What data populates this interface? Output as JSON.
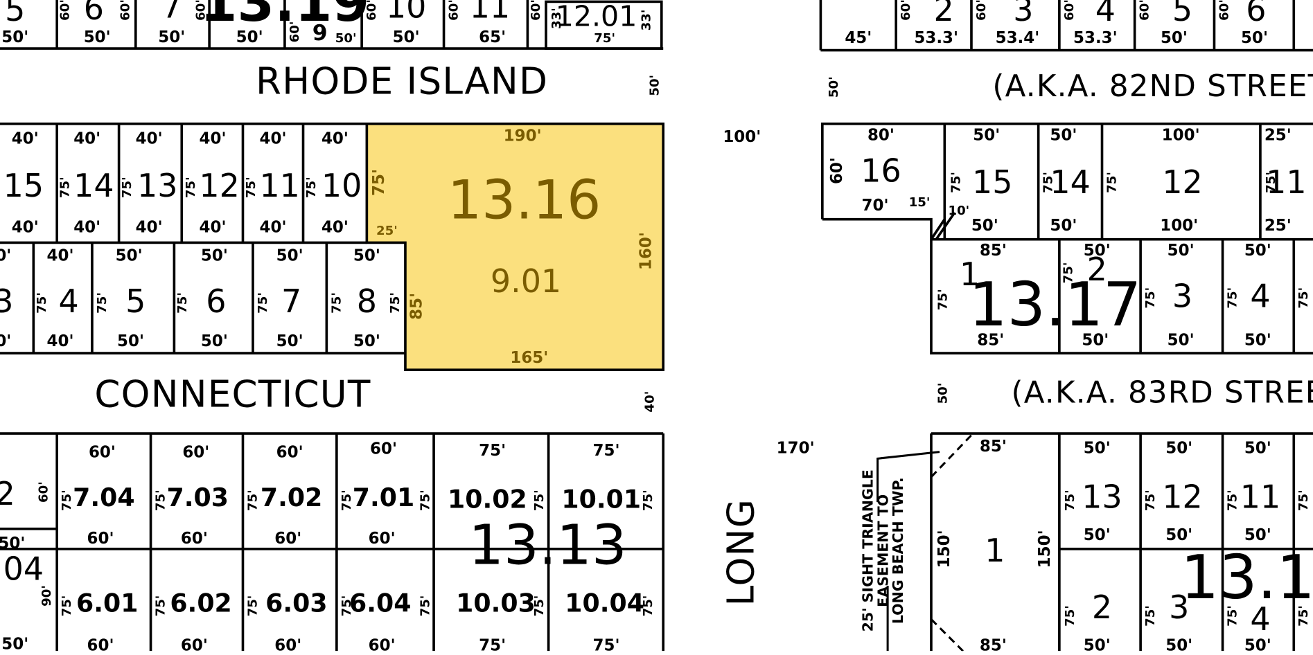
{
  "map": {
    "highlight": {
      "fill": "#fbe07e",
      "text_color": "#7a5c00",
      "block": "13.16",
      "lot": "9.01",
      "dims": {
        "top": "190'",
        "right": "160'",
        "bottom": "165'",
        "left_upper": "75'",
        "notch": "25'",
        "left_lower": "85'"
      }
    },
    "streets": {
      "rhode_island": "RHODE ISLAND",
      "connecticut": "CONNECTICUT",
      "long_beach": "LONG",
      "aka_82": "(A.K.A. 82ND STREET",
      "aka_83": "(A.K.A. 83RD STREE",
      "widths": {
        "ri_right": "50'",
        "ri_far": "50'",
        "ct_right": "40'",
        "aka83_left": "50'"
      },
      "road_dims": {
        "hundred": "100'",
        "one_seventy": "170'"
      }
    },
    "top_row": {
      "lots": [
        "5",
        "6",
        "7",
        "9",
        "10",
        "11",
        "12.01"
      ],
      "block_partial": "13.19",
      "dims": [
        "50'",
        "50'",
        "50'",
        "50'",
        "50'",
        "50'",
        "65'",
        "75'",
        "33'",
        "60'",
        "60'",
        "60'",
        "60'",
        "60'",
        "60'",
        "60'"
      ]
    },
    "top_right_row": {
      "lots": [
        "2",
        "3",
        "4",
        "5",
        "6"
      ],
      "dims": [
        "45'",
        "53.3'",
        "53.4'",
        "53.3'",
        "50'",
        "50'",
        "60'"
      ]
    },
    "block_1316_left": {
      "upper_lots": [
        "15",
        "14",
        "13",
        "12",
        "11",
        "10"
      ],
      "upper_dim": "40'",
      "side_dim": "75'",
      "lower_lots": [
        "3",
        "4",
        "5",
        "6",
        "7",
        "8"
      ],
      "lower_top": [
        "0'",
        "40'",
        "50'",
        "50'",
        "50'",
        "50'"
      ],
      "lower_bottom": [
        "0'",
        "40'",
        "50'",
        "50'",
        "50'",
        "50'"
      ]
    },
    "block_1317": {
      "label": "13.17",
      "lot16": {
        "num": "16",
        "top": "80'",
        "bottom": "70'",
        "side": "60'",
        "jog": "15'"
      },
      "upper_lots": [
        {
          "num": "15",
          "top": "50'",
          "bottom": "50'"
        },
        {
          "num": "14",
          "top": "50'",
          "bottom": "50'"
        },
        {
          "num": "12",
          "top": "100'",
          "bottom": "100'"
        },
        {
          "num": "11",
          "top": "25'",
          "bottom": "25'"
        }
      ],
      "small": "10'",
      "side": "75'",
      "lower_lots": [
        {
          "num": "1",
          "top": "85'",
          "bottom": "85'"
        },
        {
          "num": "2",
          "top": "50'",
          "bottom": "50'"
        },
        {
          "num": "3",
          "top": "50'",
          "bottom": "50'"
        },
        {
          "num": "4",
          "top": "50'",
          "bottom": "50'"
        }
      ]
    },
    "block_1313": {
      "label": "13.13",
      "upper_lots": [
        "7.04",
        "7.03",
        "7.02",
        "7.01",
        "10.02",
        "10.01"
      ],
      "upper_top": [
        "60'",
        "60'",
        "60'",
        "60'",
        "75'",
        "75'"
      ],
      "upper_bottom": [
        "60'",
        "60'",
        "60'",
        "60'"
      ],
      "lower_lots": [
        "6.01",
        "6.02",
        "6.03",
        "6.04",
        "10.03",
        "10.04"
      ],
      "lower_bottom": [
        "60'",
        "60'",
        "60'",
        "60'",
        "75'",
        "75'"
      ],
      "left_lots": [
        "2",
        ".04"
      ],
      "left_dims": [
        "60'",
        "50'",
        "90'",
        "50'"
      ],
      "side": "75'"
    },
    "block_131x": {
      "label": "13.1",
      "lots": [
        "1",
        "13",
        "12",
        "11",
        "2",
        "3",
        "4"
      ],
      "top": [
        "85'",
        "50'",
        "50'",
        "50'"
      ],
      "mid": [
        "50'",
        "50'",
        "50'"
      ],
      "bottom": [
        "85'",
        "50'",
        "50'",
        "50'"
      ],
      "side": "150'",
      "lot_side": "75'"
    },
    "easement_note": [
      "25' SIGHT TRIANGLE",
      "EASEMENT TO",
      "LONG BEACH TWP."
    ]
  }
}
